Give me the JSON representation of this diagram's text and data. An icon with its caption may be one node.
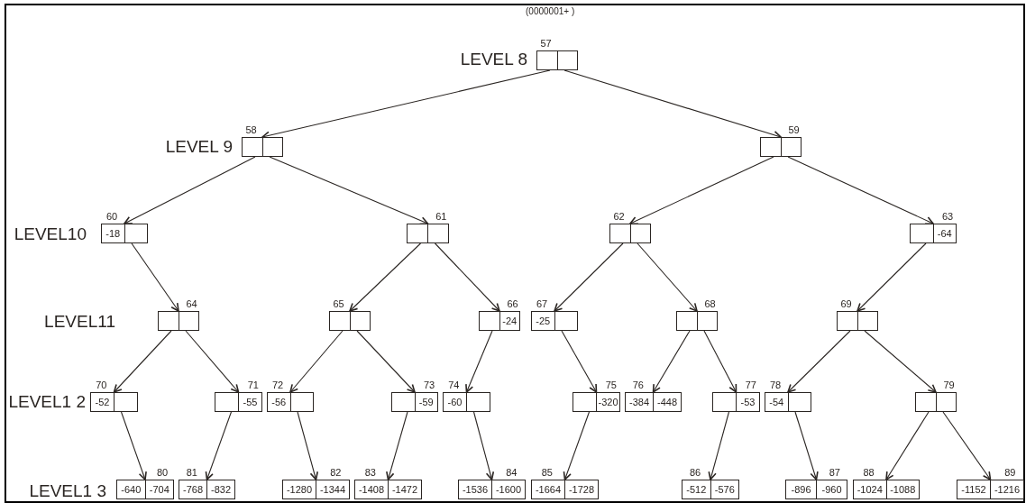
{
  "diagram": {
    "title": "(0000001+ )",
    "nodes": [
      {
        "text": [],
        "shape": "box",
        "beside": [
          "57"
        ]
      },
      {
        "text": [],
        "shape": "box",
        "beside": [
          "58"
        ]
      },
      {
        "text": [],
        "shape": "box",
        "beside": [
          "59"
        ]
      },
      {
        "text": [
          "-18"
        ],
        "beside": [
          "60"
        ]
      },
      {
        "text": [],
        "shape": "box",
        "beside": [
          "61"
        ]
      },
      {
        "text": [],
        "shape": "box",
        "beside": [
          "62"
        ]
      },
      {
        "text": [
          "-64"
        ],
        "beside": [
          "63"
        ]
      },
      {
        "text": [],
        "shape": "box",
        "beside": [
          "64"
        ]
      },
      {
        "text": [],
        "shape": "box",
        "beside": [
          "65"
        ]
      },
      {
        "text": [
          "-24"
        ],
        "beside": [
          "66"
        ]
      },
      {
        "text": [
          "-25"
        ],
        "beside": [
          "67"
        ]
      },
      {
        "text": [],
        "shape": "box",
        "beside": [
          "68"
        ]
      },
      {
        "text": [],
        "shape": "box",
        "beside": [
          "69"
        ]
      },
      {
        "text": [
          "-52"
        ],
        "beside": [
          "70"
        ]
      },
      {
        "text": [
          "-55"
        ],
        "beside": [
          "71"
        ]
      },
      {
        "text": [
          "-56"
        ],
        "beside": [
          "72"
        ]
      },
      {
        "text": [
          "-59"
        ],
        "beside": [
          "73"
        ]
      },
      {
        "text": [
          "-60"
        ],
        "beside": [
          "74"
        ]
      },
      {
        "text": [
          "-320"
        ],
        "beside": [
          "75"
        ]
      },
      {
        "text": [
          "-384",
          "-448"
        ],
        "beside": [
          "76"
        ]
      },
      {
        "text": [
          "-53"
        ],
        "beside": [
          "77"
        ]
      },
      {
        "text": [
          "-54"
        ],
        "beside": [
          "78"
        ]
      },
      {
        "text": [],
        "shape": "box",
        "beside": [
          "79"
        ]
      },
      {
        "text": [
          "-640",
          "-704"
        ],
        "beside": [
          "80"
        ]
      },
      {
        "text": [
          "-768",
          "-832"
        ],
        "beside": [
          "81"
        ]
      },
      {
        "text": [
          "-1280",
          "-1344"
        ],
        "beside": [
          "82"
        ]
      },
      {
        "text": [
          "-1408",
          "-1472"
        ],
        "beside": [
          "83"
        ]
      },
      {
        "text": [
          "-1536",
          "-1600"
        ],
        "beside": [
          "84"
        ]
      },
      {
        "text": [
          "-1664",
          "-1728"
        ],
        "beside": [
          "85"
        ]
      },
      {
        "text": [
          "-512",
          "-576"
        ],
        "beside": [
          "86"
        ]
      },
      {
        "text": [
          "-896",
          "-960"
        ],
        "beside": [
          "87"
        ]
      },
      {
        "text": [
          "-1024",
          "-1088"
        ],
        "beside": [
          "88"
        ]
      },
      {
        "text": [
          "-1152",
          "-1216"
        ],
        "beside": [
          "89"
        ]
      }
    ],
    "edges": [
      {
        "from": 0,
        "to": 1,
        "arrow": "to"
      },
      {
        "from": 0,
        "to": 2,
        "arrow": "to"
      },
      {
        "from": 1,
        "to": 3,
        "arrow": "to"
      },
      {
        "from": 1,
        "to": 4,
        "arrow": "to"
      },
      {
        "from": 2,
        "to": 5,
        "arrow": "to"
      },
      {
        "from": 2,
        "to": 6,
        "arrow": "to"
      },
      {
        "from": 3,
        "to": 7,
        "arrow": "to"
      },
      {
        "from": 4,
        "to": 8,
        "arrow": "to"
      },
      {
        "from": 4,
        "to": 9,
        "arrow": "to"
      },
      {
        "from": 5,
        "to": 10,
        "arrow": "to"
      },
      {
        "from": 5,
        "to": 11,
        "arrow": "to"
      },
      {
        "from": 6,
        "to": 12,
        "arrow": "to"
      },
      {
        "from": 7,
        "to": 13,
        "arrow": "to"
      },
      {
        "from": 7,
        "to": 14,
        "arrow": "to"
      },
      {
        "from": 8,
        "to": 15,
        "arrow": "to"
      },
      {
        "from": 8,
        "to": 16,
        "arrow": "to"
      },
      {
        "from": 9,
        "to": 17,
        "arrow": "to"
      },
      {
        "from": 10,
        "to": 18,
        "arrow": "to"
      },
      {
        "from": 11,
        "to": 19,
        "arrow": "to"
      },
      {
        "from": 11,
        "to": 20,
        "arrow": "to"
      },
      {
        "from": 12,
        "to": 21,
        "arrow": "to"
      },
      {
        "from": 12,
        "to": 22,
        "arrow": "to"
      },
      {
        "from": 13,
        "to": 23,
        "arrow": "to"
      },
      {
        "from": 14,
        "to": 24,
        "arrow": "to"
      },
      {
        "from": 15,
        "to": 25,
        "arrow": "to"
      },
      {
        "from": 16,
        "to": 26,
        "arrow": "to"
      },
      {
        "from": 17,
        "to": 27,
        "arrow": "to"
      },
      {
        "from": 18,
        "to": 28,
        "arrow": "to"
      },
      {
        "from": 20,
        "to": 29,
        "arrow": "to"
      },
      {
        "from": 21,
        "to": 30,
        "arrow": "to"
      },
      {
        "from": 22,
        "to": 31,
        "arrow": "to"
      },
      {
        "from": 22,
        "to": 32,
        "arrow": "to"
      }
    ],
    "labels": [
      "LEVEL 8",
      "LEVEL 9",
      "LEVEL10",
      "LEVEL11",
      "LEVEL1 2",
      "LEVEL1 3"
    ]
  }
}
